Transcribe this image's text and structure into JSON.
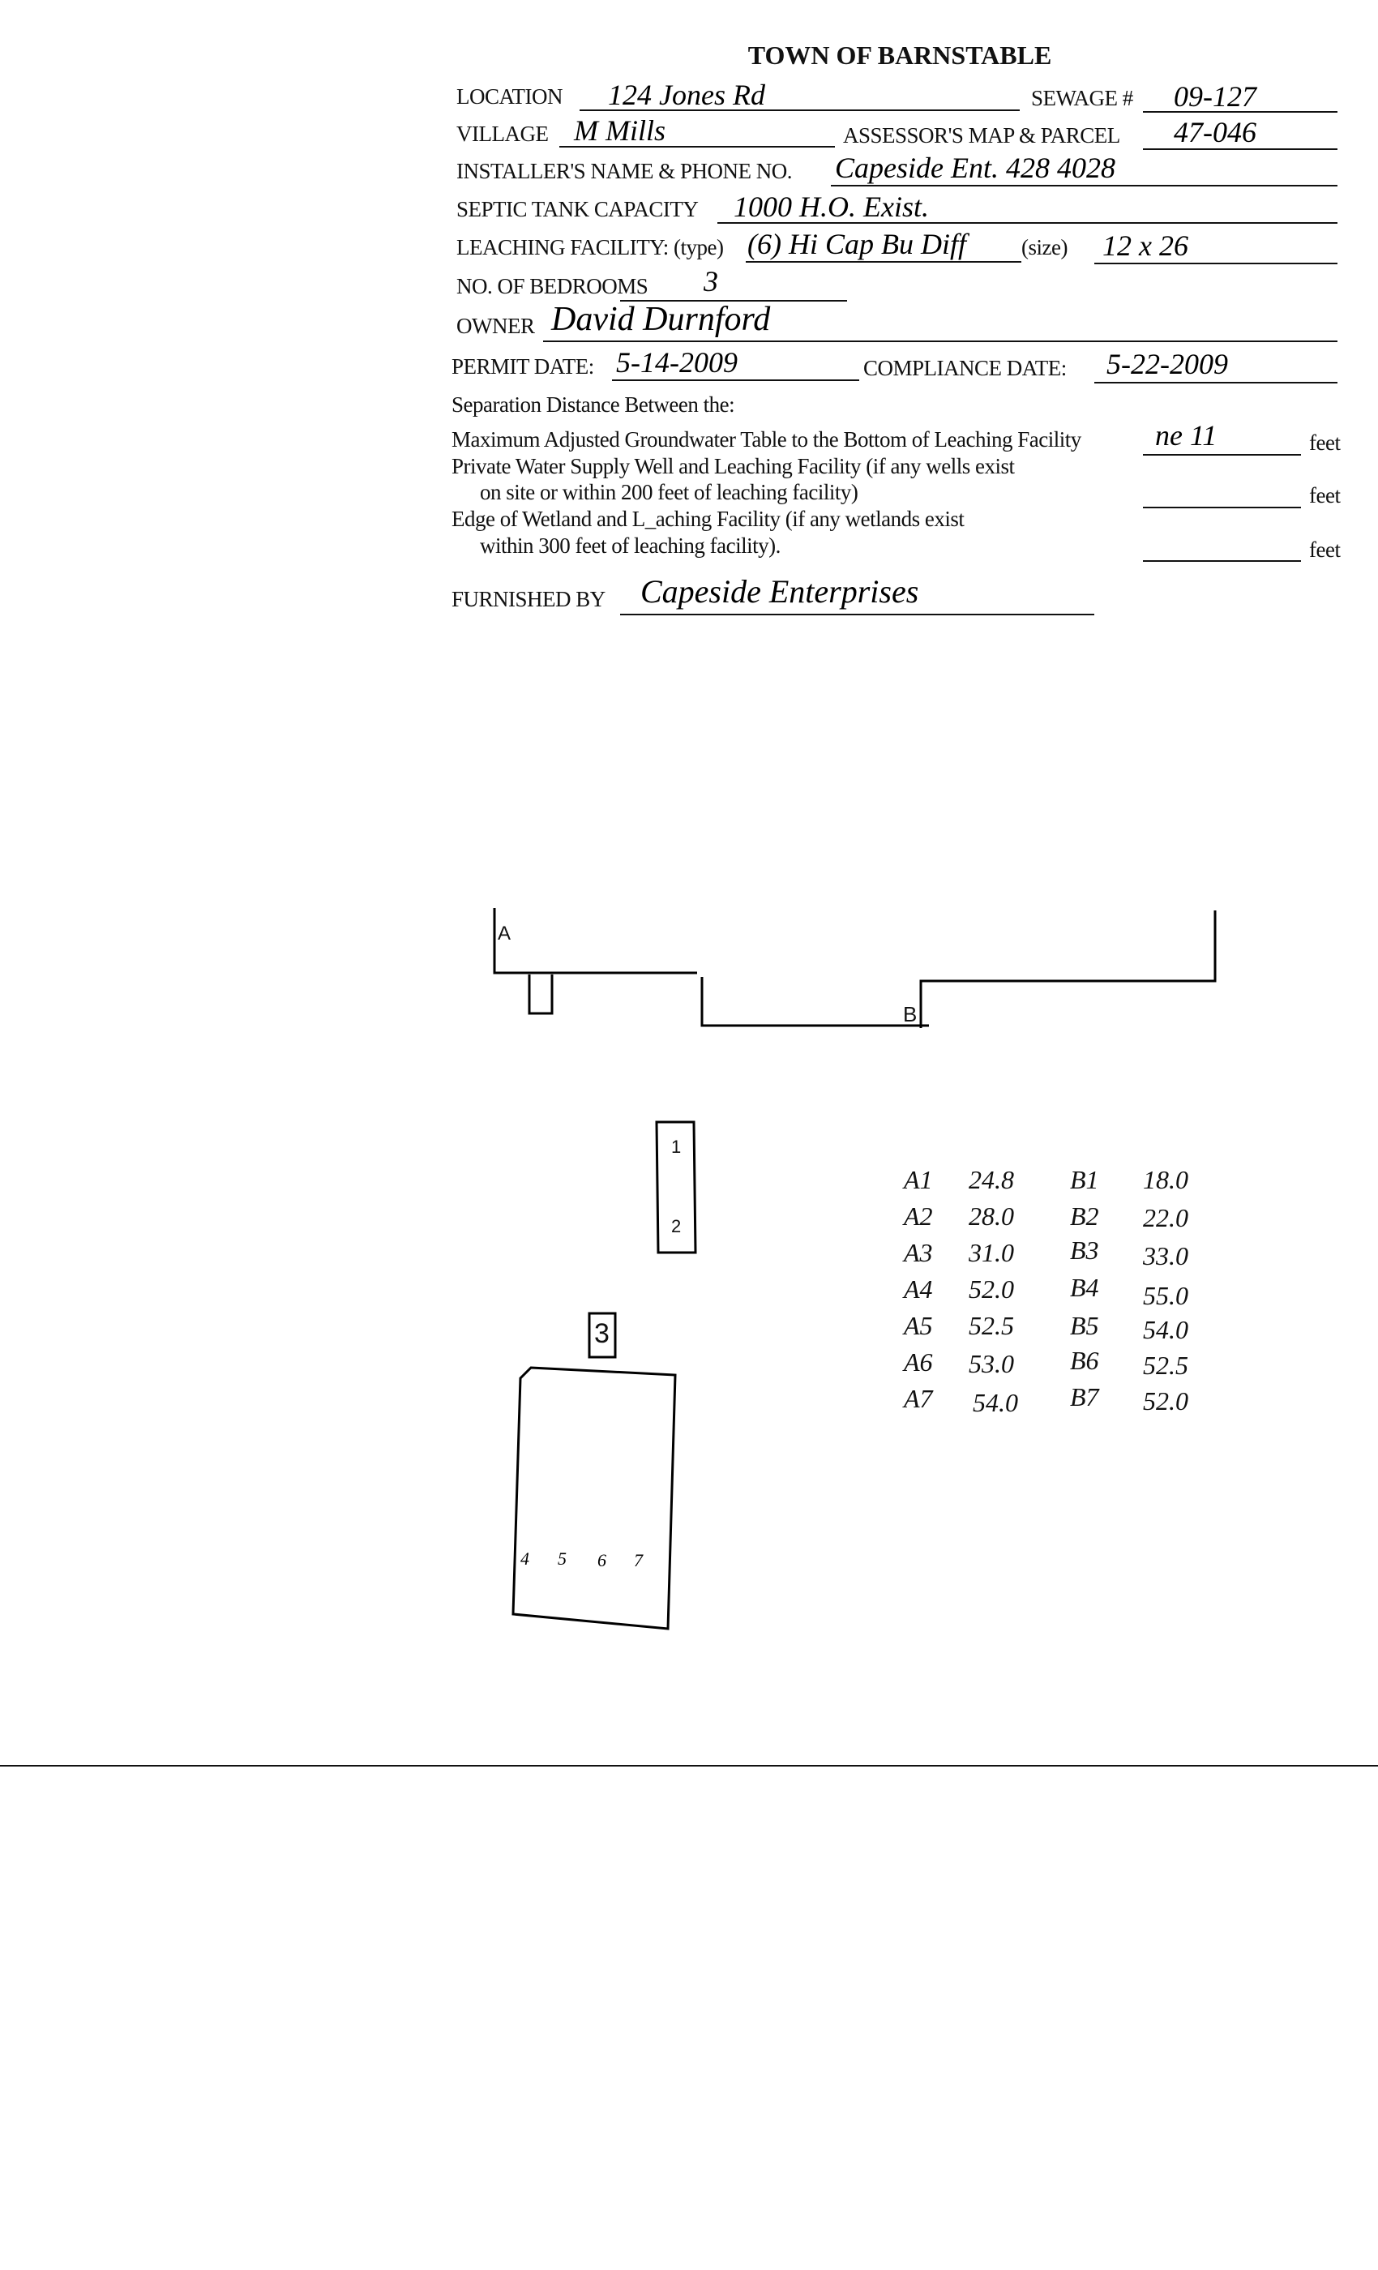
{
  "title": "TOWN OF BARNSTABLE",
  "form": {
    "location_label": "LOCATION",
    "location_value": "124 Jones Rd",
    "sewage_label": "SEWAGE #",
    "sewage_value": "09-127",
    "village_label": "VILLAGE",
    "village_value": "M Mills",
    "assessor_label": "ASSESSOR'S MAP & PARCEL",
    "assessor_value": "47-046",
    "installer_label": "INSTALLER'S NAME & PHONE NO.",
    "installer_value": "Capeside Ent.  428 4028",
    "septic_label": "SEPTIC TANK CAPACITY",
    "septic_value": "1000  H.O.  Exist.",
    "leaching_label": "LEACHING FACILITY: (type)",
    "leaching_type_value": "(6) Hi Cap Bu Diff",
    "size_label": "(size)",
    "size_value": "12 x 26",
    "bedrooms_label": "NO. OF BEDROOMS",
    "bedrooms_value": "3",
    "owner_label": "OWNER",
    "owner_value": "David Durnford",
    "permit_label": "PERMIT DATE:",
    "permit_value": "5-14-2009",
    "compliance_label": "COMPLIANCE DATE:",
    "compliance_value": "5-22-2009",
    "separation_heading": "Separation Distance Between the:",
    "groundwater_label": "Maximum Adjusted Groundwater Table to the Bottom of Leaching Facility",
    "groundwater_value": "ne 11",
    "well_label_1": "Private Water Supply Well and Leaching Facility (if any wells exist",
    "well_label_2": "on site or within 200 feet of leaching facility)",
    "wetland_label_1": "Edge of Wetland and L_aching Facility (if any wetlands exist",
    "wetland_label_2": "within 300 feet of leaching facility).",
    "feet_unit": "feet",
    "furnished_label": "FURNISHED BY",
    "furnished_value": "Capeside Enterprises"
  },
  "sketch": {
    "label_a": "A",
    "label_b": "B",
    "box_labels": [
      "1",
      "2"
    ],
    "label_3": "3",
    "bottom_labels": [
      "4",
      "5",
      "6",
      "7"
    ],
    "measurements": {
      "a": [
        [
          "A1",
          "24.8"
        ],
        [
          "A2",
          "28.0"
        ],
        [
          "A3",
          "31.0"
        ],
        [
          "A4",
          "52.0"
        ],
        [
          "A5",
          "52.5"
        ],
        [
          "A6",
          "53.0"
        ],
        [
          "A7",
          "54.0"
        ]
      ],
      "b": [
        [
          "B1",
          "18.0"
        ],
        [
          "B2",
          "22.0"
        ],
        [
          "B3",
          "33.0"
        ],
        [
          "B4",
          "55.0"
        ],
        [
          "B5",
          "54.0"
        ],
        [
          "B6",
          "52.5"
        ],
        [
          "B7",
          "52.0"
        ]
      ]
    }
  }
}
